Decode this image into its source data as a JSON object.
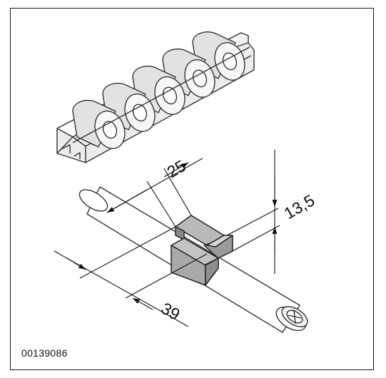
{
  "figure": {
    "code": "00139086",
    "dimensions": {
      "width_top": "25",
      "height_right": "13,5",
      "length_bottom": "39"
    }
  }
}
